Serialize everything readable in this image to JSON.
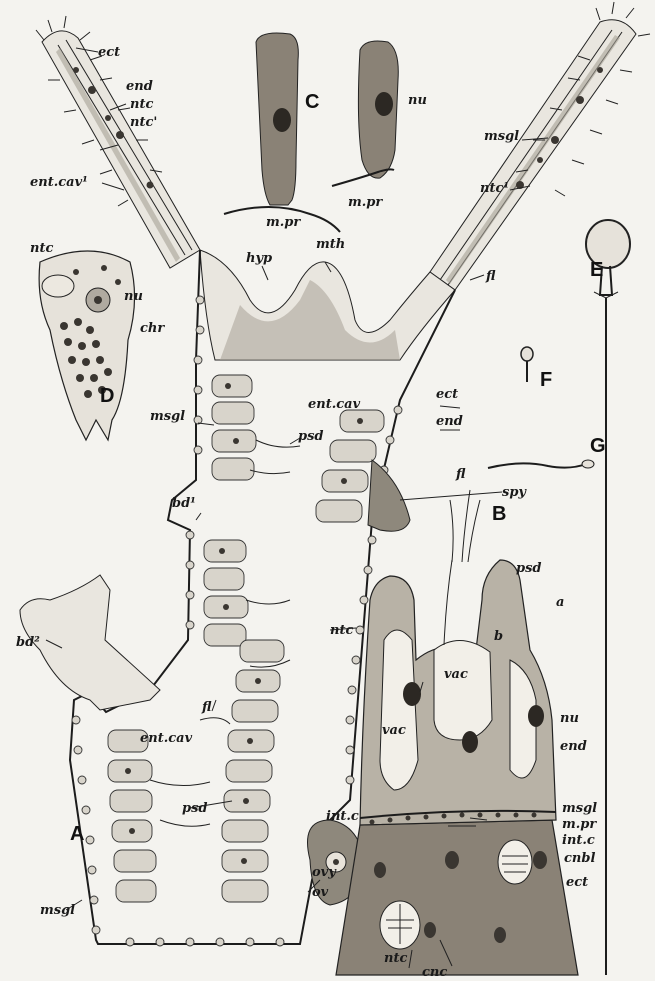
{
  "panels": {
    "A": "A",
    "B": "B",
    "C": "C",
    "D": "D",
    "E": "E",
    "F": "F",
    "G": "G"
  },
  "labels_A": {
    "ect": "ect",
    "end": "end",
    "ntc": "ntc",
    "ntc_prime": "ntc'",
    "ent_cav_1": "ent.cav¹",
    "msgl": "msgl",
    "ntc_1": "ntc¹",
    "fl": "fl",
    "hyp": "hyp",
    "mth": "mth",
    "ent_cav": "ent.cav",
    "ect_2": "ect",
    "end_2": "end",
    "msgl_2": "msgl",
    "psd": "psd",
    "spy": "spy",
    "bd1": "bd¹",
    "bd2": "bd²",
    "ntc_2": "ntc",
    "fl_2": "fl",
    "ent_cav_2": "ent.cav",
    "psd_2": "psd",
    "msgl_3": "msgl",
    "ovy": "ovy",
    "ov": "ov"
  },
  "labels_B": {
    "fl": "fl",
    "psd": "psd",
    "a": "a",
    "b": "b",
    "vac": "vac",
    "vac_2": "vac",
    "nu": "nu",
    "end": "end",
    "int_c": "int.c",
    "msgl": "msgl",
    "m_pr": "m.pr",
    "int_c_2": "int.c",
    "cnbl": "cnbl",
    "ect": "ect",
    "ntc": "ntc",
    "cnc": "cnc"
  },
  "labels_C": {
    "nu": "nu",
    "m_pr": "m.pr",
    "m_pr_2": "m.pr"
  },
  "labels_D": {
    "ntc": "ntc",
    "nu": "nu",
    "chr": "chr"
  }
}
